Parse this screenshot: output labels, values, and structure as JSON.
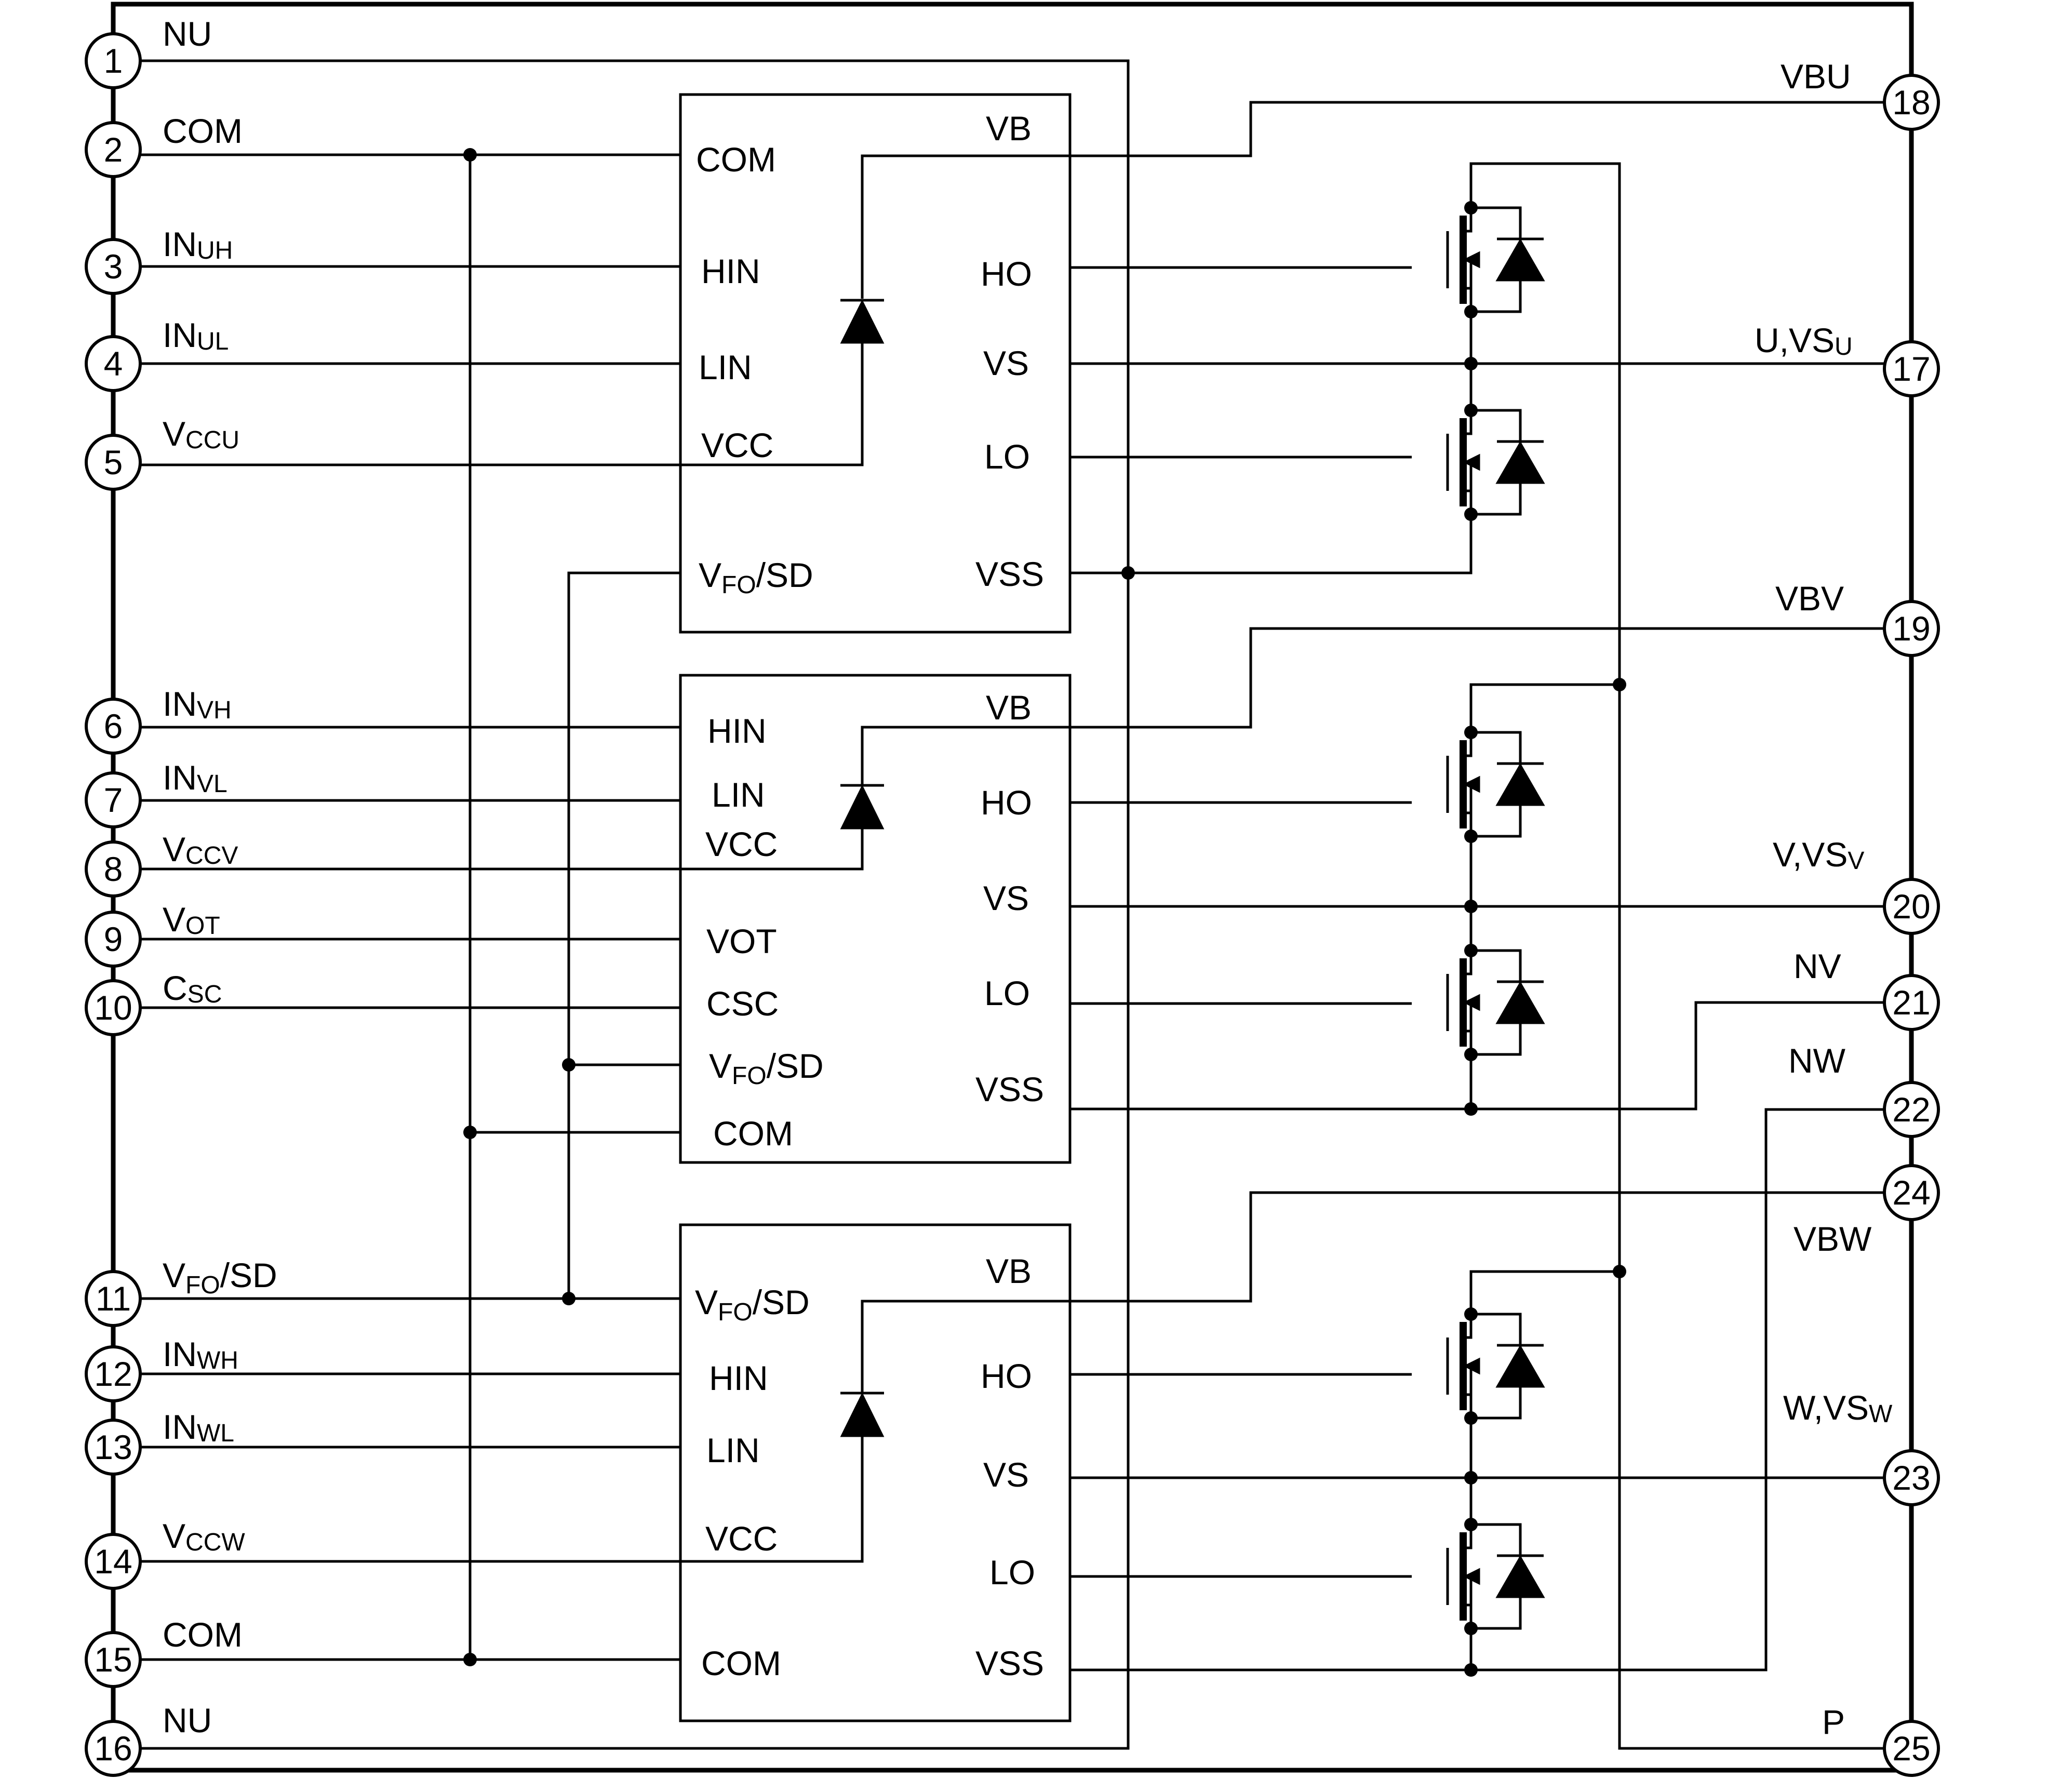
{
  "left_pins": [
    {
      "num": "1",
      "label": "NU",
      "sub": ""
    },
    {
      "num": "2",
      "label": "COM",
      "sub": ""
    },
    {
      "num": "3",
      "label": "IN",
      "sub": "UH"
    },
    {
      "num": "4",
      "label": "IN",
      "sub": "UL"
    },
    {
      "num": "5",
      "label": "V",
      "sub": "CCU"
    },
    {
      "num": "6",
      "label": "IN",
      "sub": "VH"
    },
    {
      "num": "7",
      "label": "IN",
      "sub": "VL"
    },
    {
      "num": "8",
      "label": "V",
      "sub": "CCV"
    },
    {
      "num": "9",
      "label": "V",
      "sub": "OT"
    },
    {
      "num": "10",
      "label": "C",
      "sub": "SC"
    },
    {
      "num": "11",
      "label": "V",
      "sub": "FO",
      "tail": "/SD"
    },
    {
      "num": "12",
      "label": "IN",
      "sub": "WH"
    },
    {
      "num": "13",
      "label": "IN",
      "sub": "WL"
    },
    {
      "num": "14",
      "label": "V",
      "sub": "CCW"
    },
    {
      "num": "15",
      "label": "COM",
      "sub": ""
    },
    {
      "num": "16",
      "label": "NU",
      "sub": ""
    }
  ],
  "right_pins": [
    {
      "num": "18",
      "label": "VBU",
      "sub": ""
    },
    {
      "num": "17",
      "label": "U,VS",
      "sub": "U"
    },
    {
      "num": "19",
      "label": "VBV",
      "sub": ""
    },
    {
      "num": "20",
      "label": "V,VS",
      "sub": "V"
    },
    {
      "num": "21",
      "label": "NV",
      "sub": ""
    },
    {
      "num": "22",
      "label": "NW",
      "sub": ""
    },
    {
      "num": "24",
      "label": "",
      "sub": ""
    },
    {
      "num": "23",
      "label": "W,VS",
      "sub": "W"
    },
    {
      "num": "25",
      "label": "P",
      "sub": ""
    }
  ],
  "right_extra_labels": {
    "vbw": "VBW"
  },
  "ic_u": {
    "left": [
      "COM",
      "HIN",
      "LIN",
      "VCC"
    ],
    "vfo": "V",
    "vfo_sub": "FO",
    "vfo_tail": "/SD",
    "right": [
      "VB",
      "HO",
      "VS",
      "LO",
      "VSS"
    ]
  },
  "ic_v": {
    "left": [
      "HIN",
      "LIN",
      "VCC",
      "VOT",
      "CSC"
    ],
    "vfo": "V",
    "vfo_sub": "FO",
    "vfo_tail": "/SD",
    "com": "COM",
    "right": [
      "VB",
      "HO",
      "VS",
      "LO",
      "VSS"
    ]
  },
  "ic_w": {
    "vfo": "V",
    "vfo_sub": "FO",
    "vfo_tail": "/SD",
    "left": [
      "HIN",
      "LIN",
      "VCC",
      "COM"
    ],
    "right": [
      "VB",
      "HO",
      "VS",
      "LO",
      "VSS"
    ]
  }
}
